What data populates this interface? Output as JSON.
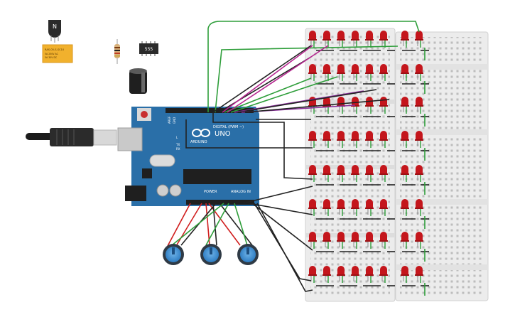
{
  "arduino": {
    "brand": "ARDUINO",
    "model": "UNO",
    "digital_label": "DIGITAL (PWM ~)",
    "power_label": "POWER",
    "analog_label": "ANALOG IN",
    "aref": "AREF",
    "gnd": "GND",
    "tx": "TX",
    "rx": "RX",
    "l": "L"
  },
  "parts": {
    "transistor_label": "N",
    "relay_line1": "RAS-05-S-SC10",
    "relay_line2": "5A 250V AC",
    "relay_line3": "5A 30V DC",
    "timer_label": "555"
  },
  "colors": {
    "board": "#2a6fa8",
    "led": "#c4161c",
    "wire_green": "#2e9e3a",
    "wire_black": "#222222",
    "wire_red": "#d11f1f",
    "wire_purple": "#8a2f9a",
    "wire_magenta": "#b5268f",
    "breadboard": "#ececec"
  },
  "potentiometers": [
    "pot-1",
    "pot-2",
    "pot-3"
  ]
}
